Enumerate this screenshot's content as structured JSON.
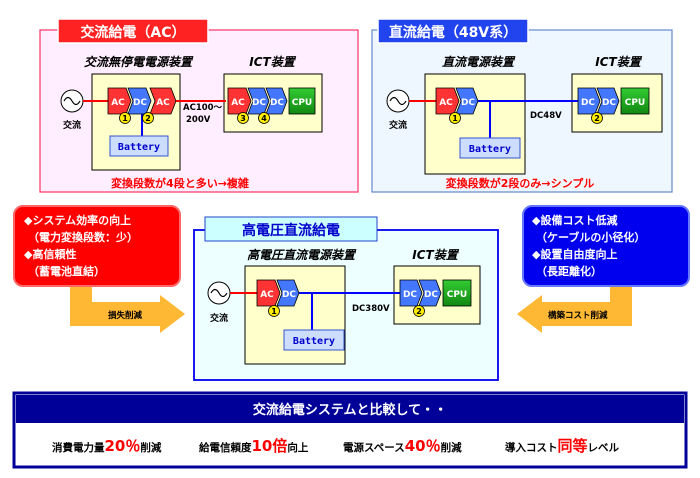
{
  "ac_section": {
    "title": "交流給電（AC）",
    "ups_title": "交流無停電電源装置",
    "ict_title": "ICT装置",
    "source_label": "交流",
    "voltage_label_1": "AC100～",
    "voltage_label_2": "200V",
    "battery_label": "Battery",
    "ups_blocks": [
      "AC",
      "DC",
      "AC"
    ],
    "ict_blocks": [
      "AC",
      "DC",
      "DC"
    ],
    "cpu_label": "CPU",
    "badges": [
      "1",
      "2",
      "3",
      "4"
    ],
    "summary": "変換段数が4段と多い→複雑"
  },
  "dc48_section": {
    "title": "直流給電（48V系）",
    "supply_title": "直流電源装置",
    "ict_title": "ICT装置",
    "source_label": "交流",
    "voltage_label": "DC48V",
    "battery_label": "Battery",
    "supply_blocks": [
      "AC",
      "DC"
    ],
    "ict_blocks": [
      "DC",
      "DC"
    ],
    "cpu_label": "CPU",
    "badges": [
      "1",
      "2"
    ],
    "summary": "変換段数が2段のみ→シンプル"
  },
  "hvdc_section": {
    "title": "高電圧直流給電",
    "supply_title": "高電圧直流電源装置",
    "ict_title": "ICT装置",
    "source_label": "交流",
    "voltage_label": "DC380V",
    "battery_label": "Battery",
    "supply_blocks": [
      "AC",
      "DC"
    ],
    "ict_blocks": [
      "DC",
      "DC"
    ],
    "cpu_label": "CPU",
    "badges": [
      "1",
      "2"
    ]
  },
  "left_callout": {
    "lines": [
      "◆システム効率の向上",
      "（電力変換段数：少）",
      "◆高信頼性",
      "（蓄電池直結）"
    ],
    "arrow_label": "損失削減"
  },
  "right_callout": {
    "lines": [
      "◆設備コスト低減",
      "（ケーブルの小径化）",
      "◆設置自由度向上",
      "（長距離化）"
    ],
    "arrow_label": "構築コスト削減"
  },
  "bottom": {
    "header": "交流給電システムと比較して・・",
    "items": [
      {
        "prefix": "消費電力量",
        "value": "20％",
        "suffix": "削減"
      },
      {
        "prefix": "給電信頼度",
        "value": "10倍",
        "suffix": "向上"
      },
      {
        "prefix": "電源スペース",
        "value": "40％",
        "suffix": "削減"
      },
      {
        "prefix": "導入コスト",
        "value": "同等",
        "suffix": "レベル"
      }
    ]
  },
  "colors": {
    "red": "#ff0000",
    "blue": "#0000ff",
    "navy": "#000099",
    "orange": "#ffb833",
    "pink_bg": "#ffeeff",
    "lightblue_bg": "#eef6ff",
    "yellow_bg": "#ffffcc",
    "cpu_green": "#22aa22"
  }
}
